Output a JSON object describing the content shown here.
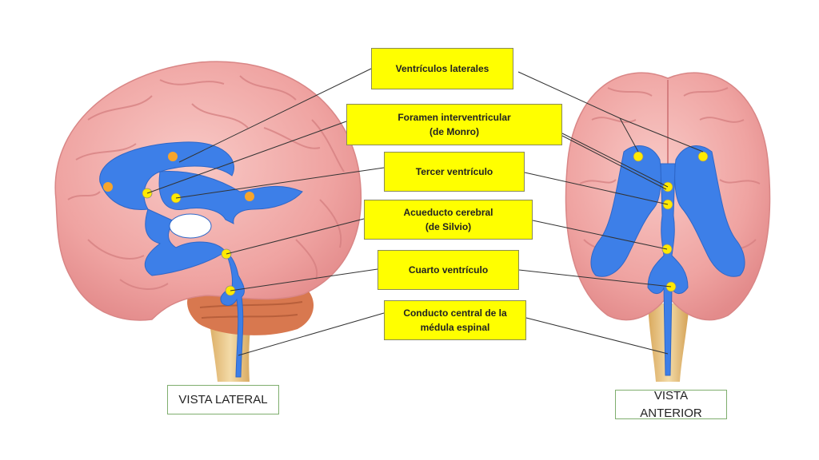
{
  "labels": {
    "lateral_ventricles": "Ventrículos laterales",
    "interventricular_foramen": "Foramen interventricular\n(de Monro)",
    "third_ventricle": "Tercer ventrículo",
    "cerebral_aqueduct": "Acueducto cerebral\n(de Silvio)",
    "fourth_ventricle": "Cuarto ventrículo",
    "central_canal": "Conducto central de la\nmédula espinal"
  },
  "views": {
    "lateral": "VISTA LATERAL",
    "anterior": "VISTA\nANTERIOR"
  },
  "colors": {
    "label_fill": "#ffff00",
    "ventricle_blue": "#3d7fe8",
    "brain_pink": "#ef9e9e",
    "cerebellum": "#d9774f",
    "brainstem": "#e9c98b",
    "marker_yellow": "#ffea00",
    "marker_orange": "#f7a52b"
  }
}
